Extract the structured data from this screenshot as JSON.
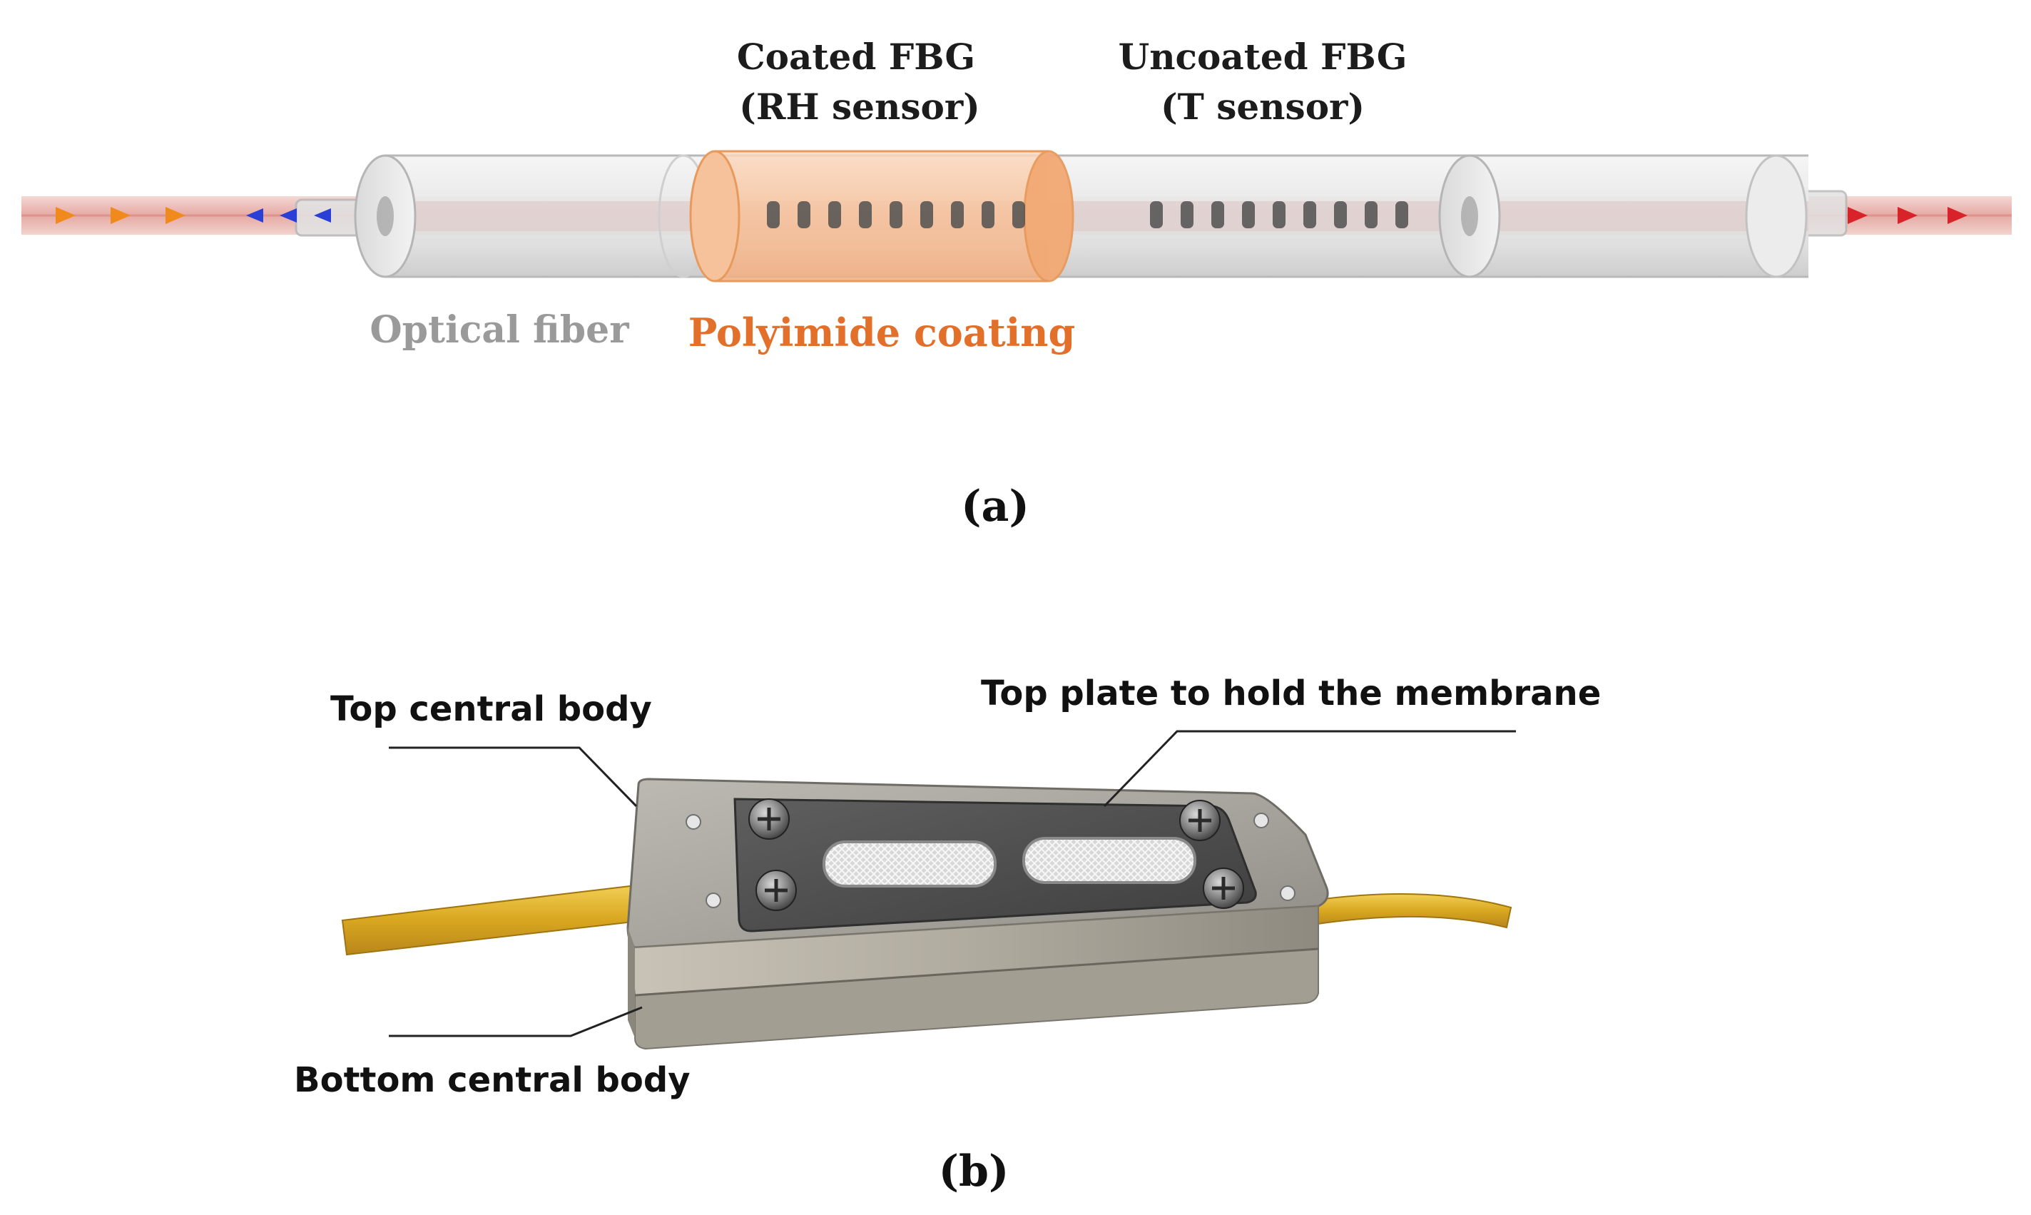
{
  "panel_a": {
    "coated_fbg": {
      "line1": "Coated FBG",
      "line2": "(RH sensor)"
    },
    "uncoated_fbg": {
      "line1": "Uncoated FBG",
      "line2": "(T sensor)"
    },
    "optical_fiber_label": "Optical fiber",
    "polyimide_label": "Polyimide coating",
    "caption": "(a)"
  },
  "panel_b": {
    "top_central_body": "Top central body",
    "top_plate": "Top plate to hold the membrane",
    "bottom_central_body": "Bottom central body",
    "caption": "(b)"
  },
  "colors": {
    "input_arrow": "#f08a1c",
    "reflected_arrow": "#2a3fd6",
    "output_arrow": "#d8232a",
    "coating": "#f6a86a",
    "coating_label": "#e3702a",
    "fiber_label": "#9a9a9a",
    "cable": "#e2b32a"
  }
}
